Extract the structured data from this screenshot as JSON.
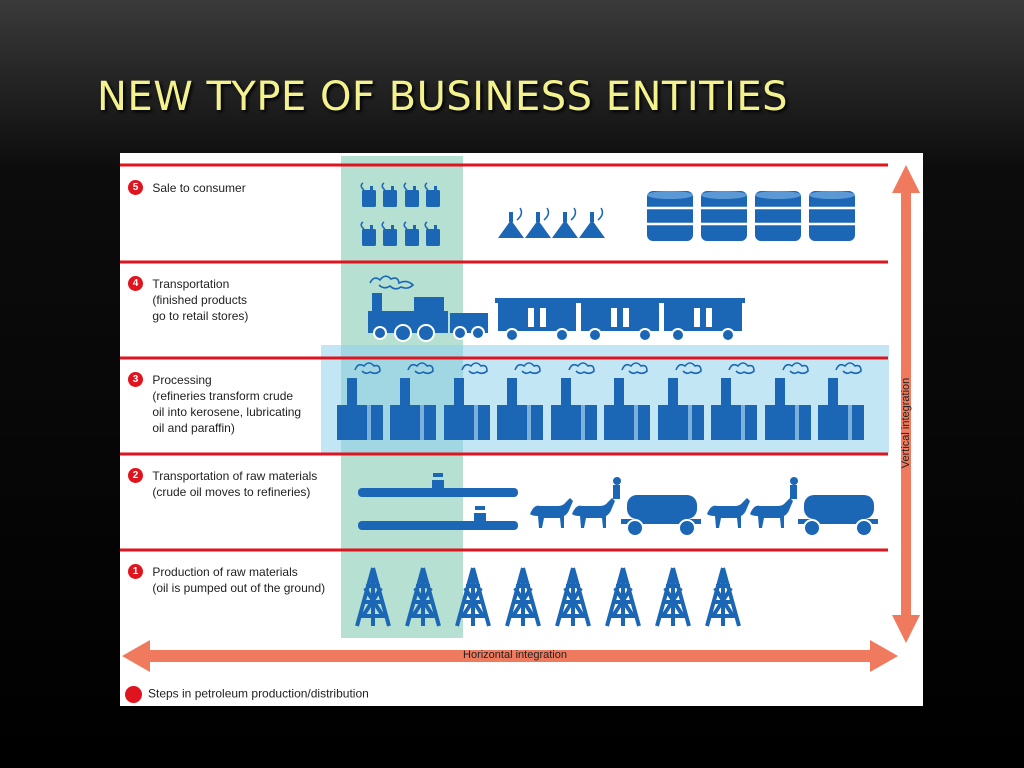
{
  "title": "NEW TYPE OF BUSINESS ENTITIES",
  "diagram": {
    "steps": [
      {
        "number": "5",
        "lines": [
          "Sale to consumer"
        ]
      },
      {
        "number": "4",
        "lines": [
          "Transportation",
          "(finished products",
          "go to retail stores)"
        ]
      },
      {
        "number": "3",
        "lines": [
          "Processing",
          "(refineries transform crude",
          "oil into kerosene, lubricating",
          "oil and paraffin)"
        ]
      },
      {
        "number": "2",
        "lines": [
          "Transportation of raw materials",
          "(crude oil moves to refineries)"
        ]
      },
      {
        "number": "1",
        "lines": [
          "Production of raw materials",
          "(oil is pumped out of the ground)"
        ]
      }
    ],
    "horizontal_label": "Horizontal integration",
    "vertical_label": "Vertical integration",
    "legend": "Steps in petroleum production/distribution",
    "icon_counts": {
      "cans": 8,
      "lamps": 4,
      "barrels": 4,
      "rail_cars": 3,
      "refineries": 10,
      "horse_teams": 4,
      "oil_wagons": 2,
      "derricks": 8
    },
    "colors": {
      "icon_blue": "#1b67b6",
      "row_line_red": "#e0141e",
      "arrow_orange": "#f07a5d",
      "vertical_band_green": "#b5e0d2",
      "horizontal_band_blue": "#bde3f3",
      "title_yellow": "#f4f28c"
    }
  }
}
